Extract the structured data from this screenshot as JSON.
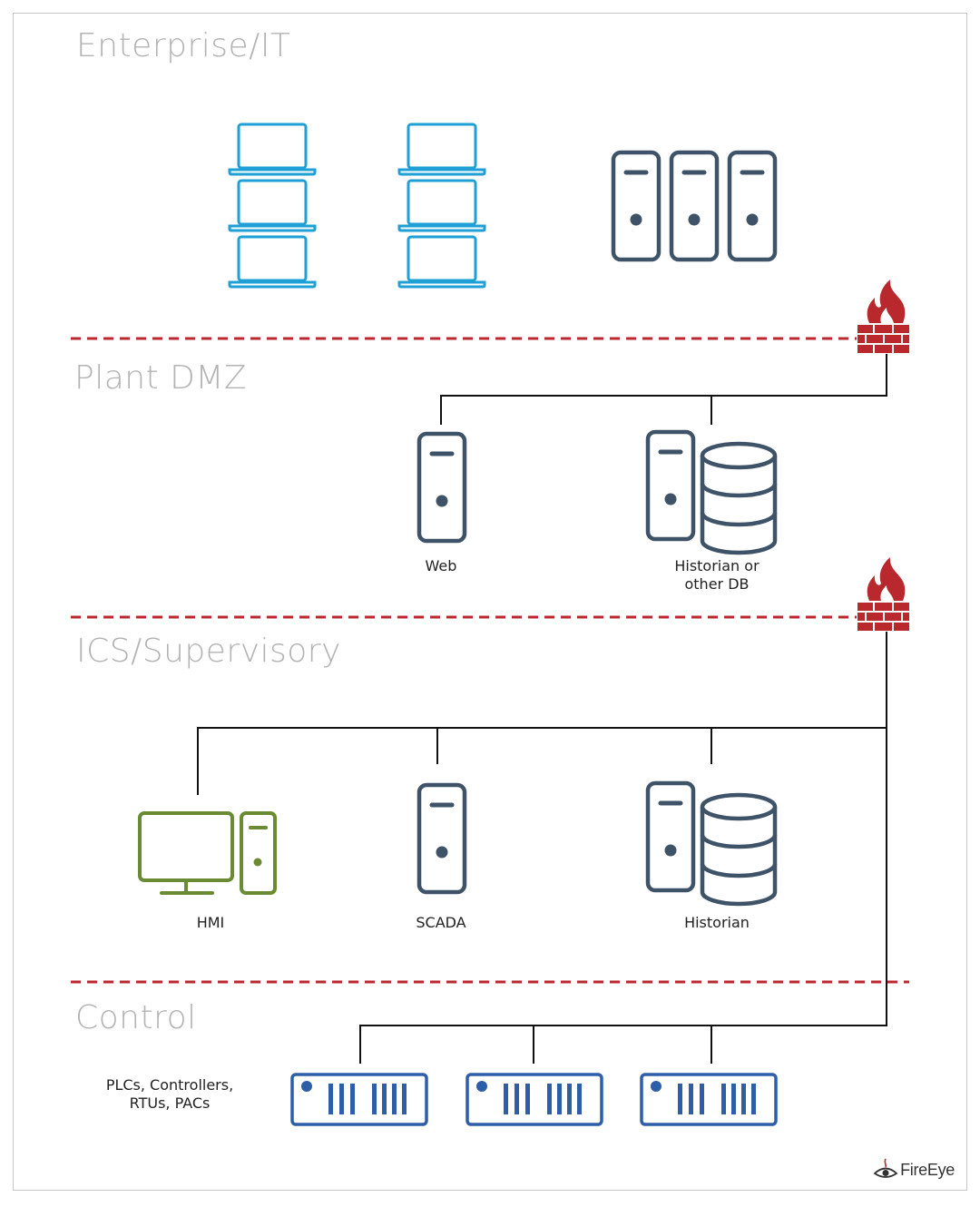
{
  "zones": {
    "enterprise": "Enterprise/IT",
    "dmz": "Plant DMZ",
    "ics": "ICS/Supervisory",
    "control": "Control"
  },
  "labels": {
    "web": "Web",
    "historian_db_line1": "Historian or",
    "historian_db_line2": "other DB",
    "hmi": "HMI",
    "scada": "SCADA",
    "historian": "Historian",
    "plcs_line1": "PLCs, Controllers,",
    "plcs_line2": "RTUs, PACs"
  },
  "brand": {
    "name": "FireEye"
  },
  "icons": {
    "laptop": "laptop-icon",
    "server": "server-icon",
    "database": "database-icon",
    "firewall": "firewall-icon",
    "desktop": "desktop-computer-icon",
    "plc": "plc-device-icon"
  },
  "colors": {
    "laptop": "#1e9fd6",
    "server": "#3f5368",
    "hmi": "#6a8a34",
    "plc": "#2f5ea8",
    "firewall": "#b8282c",
    "boundary": "#b8282c",
    "line": "#111111",
    "zone_title": "#b3b3b3"
  }
}
